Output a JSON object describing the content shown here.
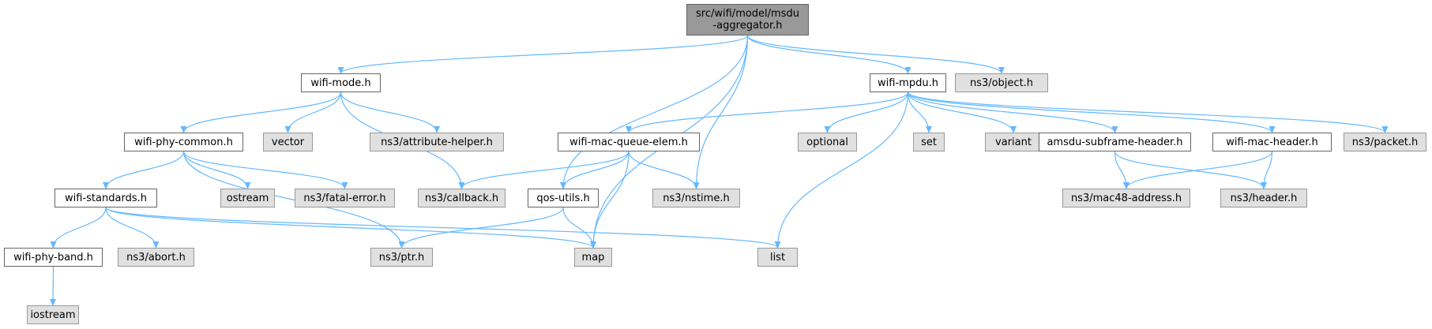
{
  "diagram": {
    "edge_color": "#63b8ff",
    "colors": {
      "root_fill": "#999999",
      "local_fill": "#ffffff",
      "external_fill": "#e0e0e0"
    },
    "nodes": {
      "root": {
        "label": "src/wifi/model/msdu\n-aggregator.h",
        "kind": "root"
      },
      "wifi_mode": {
        "label": "wifi-mode.h",
        "kind": "local"
      },
      "wifi_mpdu": {
        "label": "wifi-mpdu.h",
        "kind": "local"
      },
      "object": {
        "label": "ns3/object.h",
        "kind": "external"
      },
      "wifi_phy_common": {
        "label": "wifi-phy-common.h",
        "kind": "local"
      },
      "vector": {
        "label": "vector",
        "kind": "external"
      },
      "attribute_helper": {
        "label": "ns3/attribute-helper.h",
        "kind": "external"
      },
      "wifi_mac_queue_elem": {
        "label": "wifi-mac-queue-elem.h",
        "kind": "local"
      },
      "optional": {
        "label": "optional",
        "kind": "external"
      },
      "set": {
        "label": "set",
        "kind": "external"
      },
      "variant": {
        "label": "variant",
        "kind": "external"
      },
      "amsdu_subframe_header": {
        "label": "amsdu-subframe-header.h",
        "kind": "local"
      },
      "wifi_mac_header": {
        "label": "wifi-mac-header.h",
        "kind": "local"
      },
      "packet": {
        "label": "ns3/packet.h",
        "kind": "external"
      },
      "wifi_standards": {
        "label": "wifi-standards.h",
        "kind": "local"
      },
      "ostream": {
        "label": "ostream",
        "kind": "external"
      },
      "fatal_error": {
        "label": "ns3/fatal-error.h",
        "kind": "external"
      },
      "callback": {
        "label": "ns3/callback.h",
        "kind": "external"
      },
      "qos_utils": {
        "label": "qos-utils.h",
        "kind": "local"
      },
      "nstime": {
        "label": "ns3/nstime.h",
        "kind": "external"
      },
      "mac48_address": {
        "label": "ns3/mac48-address.h",
        "kind": "external"
      },
      "header": {
        "label": "ns3/header.h",
        "kind": "external"
      },
      "wifi_phy_band": {
        "label": "wifi-phy-band.h",
        "kind": "local"
      },
      "abort": {
        "label": "ns3/abort.h",
        "kind": "external"
      },
      "ptr": {
        "label": "ns3/ptr.h",
        "kind": "external"
      },
      "map": {
        "label": "map",
        "kind": "external"
      },
      "list": {
        "label": "list",
        "kind": "external"
      },
      "iostream": {
        "label": "iostream",
        "kind": "external"
      }
    },
    "edges": [
      [
        "root",
        "wifi_mode"
      ],
      [
        "root",
        "wifi_mpdu"
      ],
      [
        "root",
        "object"
      ],
      [
        "root",
        "qos_utils"
      ],
      [
        "root",
        "nstime"
      ],
      [
        "root",
        "map"
      ],
      [
        "wifi_mode",
        "wifi_phy_common"
      ],
      [
        "wifi_mode",
        "vector"
      ],
      [
        "wifi_mode",
        "attribute_helper"
      ],
      [
        "wifi_mode",
        "callback"
      ],
      [
        "wifi_phy_common",
        "wifi_standards"
      ],
      [
        "wifi_phy_common",
        "ostream"
      ],
      [
        "wifi_phy_common",
        "fatal_error"
      ],
      [
        "wifi_phy_common",
        "ptr"
      ],
      [
        "wifi_standards",
        "wifi_phy_band"
      ],
      [
        "wifi_standards",
        "abort"
      ],
      [
        "wifi_standards",
        "map"
      ],
      [
        "wifi_standards",
        "list"
      ],
      [
        "wifi_phy_band",
        "iostream"
      ],
      [
        "wifi_mpdu",
        "wifi_mac_queue_elem"
      ],
      [
        "wifi_mpdu",
        "optional"
      ],
      [
        "wifi_mpdu",
        "set"
      ],
      [
        "wifi_mpdu",
        "variant"
      ],
      [
        "wifi_mpdu",
        "amsdu_subframe_header"
      ],
      [
        "wifi_mpdu",
        "wifi_mac_header"
      ],
      [
        "wifi_mpdu",
        "packet"
      ],
      [
        "wifi_mpdu",
        "list"
      ],
      [
        "wifi_mac_queue_elem",
        "callback"
      ],
      [
        "wifi_mac_queue_elem",
        "qos_utils"
      ],
      [
        "wifi_mac_queue_elem",
        "nstime"
      ],
      [
        "wifi_mac_queue_elem",
        "map"
      ],
      [
        "qos_utils",
        "ptr"
      ],
      [
        "qos_utils",
        "map"
      ],
      [
        "amsdu_subframe_header",
        "mac48_address"
      ],
      [
        "amsdu_subframe_header",
        "header"
      ],
      [
        "wifi_mac_header",
        "mac48_address"
      ],
      [
        "wifi_mac_header",
        "header"
      ]
    ]
  }
}
